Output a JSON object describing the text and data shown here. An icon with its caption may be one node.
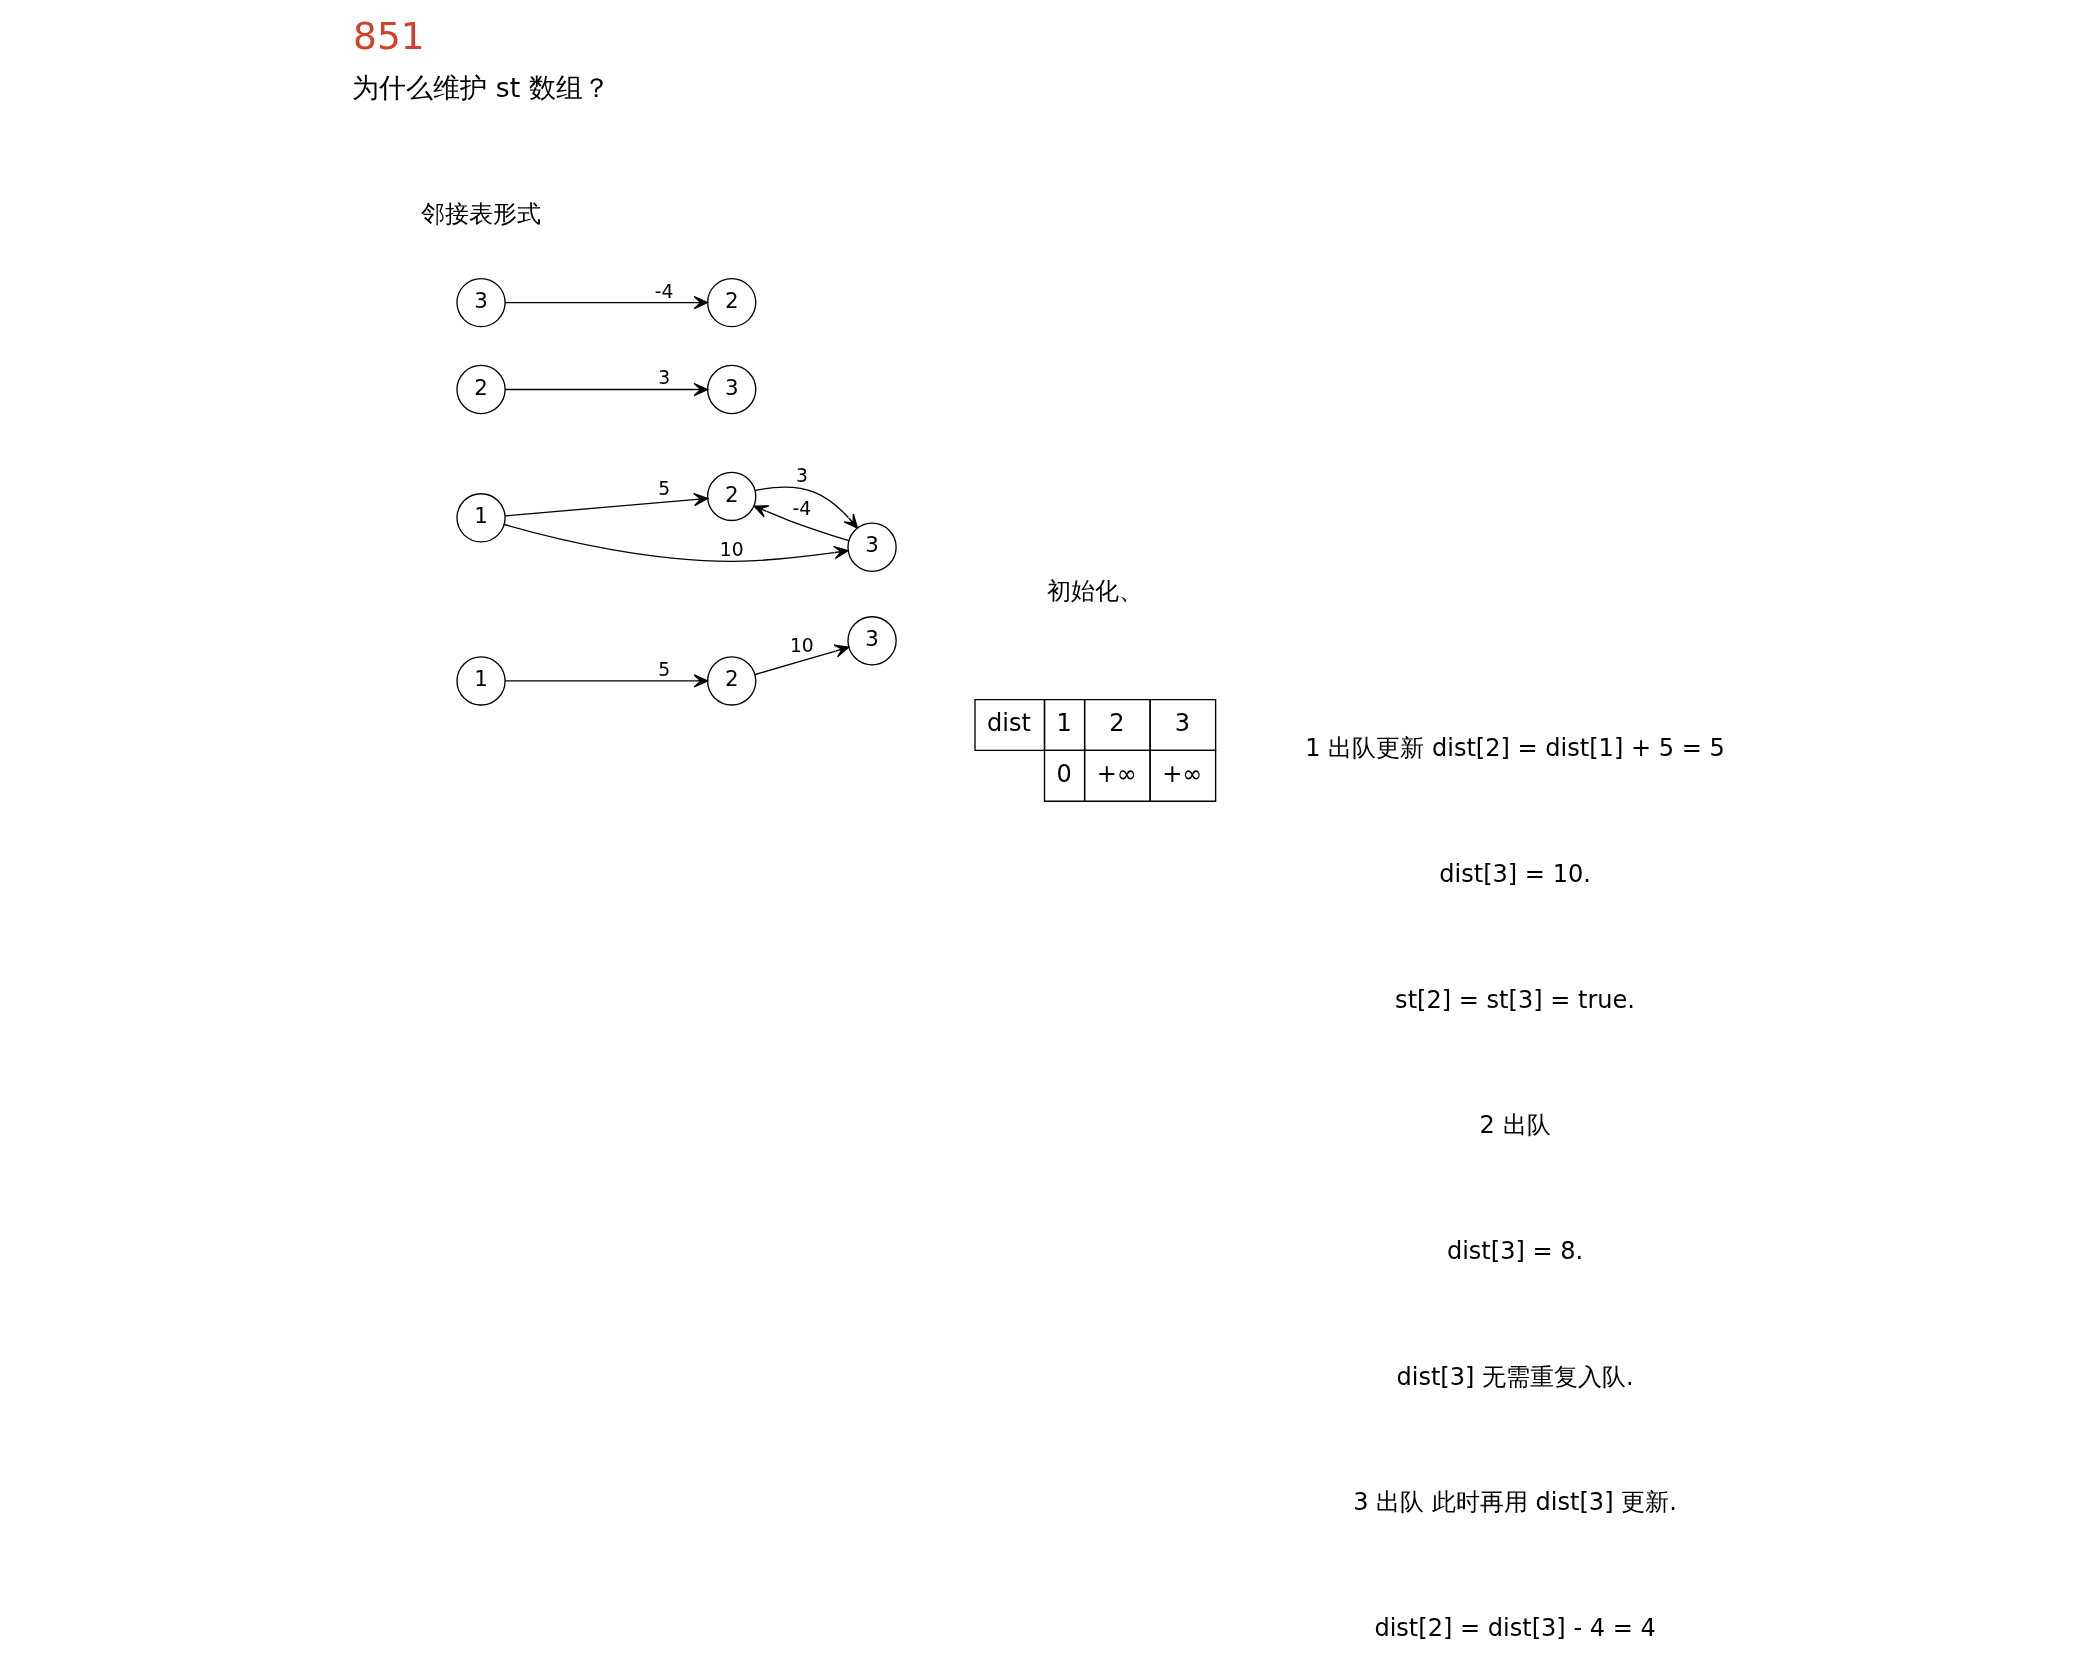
{
  "diagram": {
    "title": "851",
    "nodes": [
      {
        "text": [
          "1"
        ]
      },
      {
        "text": [
          "2"
        ]
      },
      {
        "text": [
          "3"
        ]
      },
      {
        "text": [
          "1"
        ]
      },
      {
        "text": [
          "2"
        ]
      },
      {
        "text": [
          "3"
        ]
      },
      {
        "text": [
          "2"
        ]
      },
      {
        "text": [
          "3"
        ]
      },
      {
        "text": [
          "3"
        ]
      },
      {
        "text": [
          "2"
        ]
      }
    ],
    "edges": [
      {
        "from": 0,
        "to": 1,
        "arrow": "to",
        "label": "5"
      },
      {
        "from": 1,
        "to": 2,
        "arrow": "to",
        "label": "3"
      },
      {
        "from": 2,
        "to": 1,
        "arrow": "to",
        "label": "-4"
      },
      {
        "from": 0,
        "to": 2,
        "arrow": "to",
        "label": "10"
      },
      {
        "from": 3,
        "to": 4,
        "arrow": "to",
        "label": "5"
      },
      {
        "from": 4,
        "to": 5,
        "arrow": "to",
        "label": "10"
      },
      {
        "from": 6,
        "to": 7,
        "arrow": "to",
        "label": "3"
      },
      {
        "from": 8,
        "to": 9,
        "arrow": "to",
        "label": "-4"
      }
    ],
    "labels": [
      "为什么维护 st 数组？",
      "初始化、",
      "dist",
      "1",
      "2",
      "3",
      "0",
      "+∞",
      "+∞",
      "邻接表形式",
      "1 出队更新 dist[2] = dist[1] + 5 = 5",
      "dist[3] = 10.",
      "st[2] = st[3] = true.",
      "2 出队",
      "dist[3] = 8.",
      "dist[3] 无需重复入队.",
      "3 出队 此时再用 dist[3] 更新.",
      "dist[2] = dist[3] - 4 = 4"
    ]
  }
}
